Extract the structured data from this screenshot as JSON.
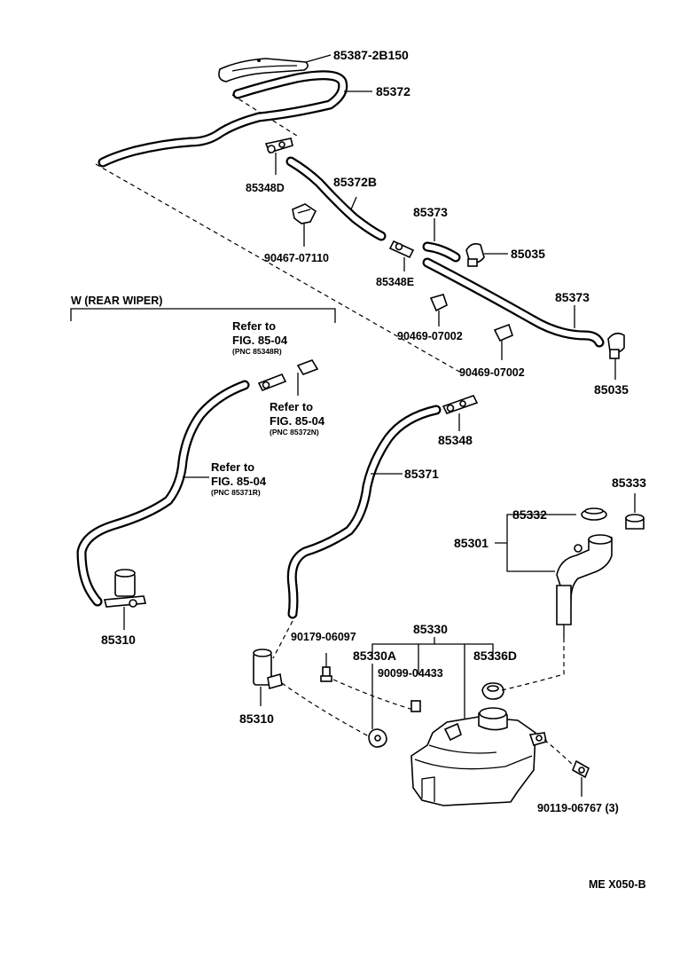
{
  "diagram": {
    "labels": {
      "p85387": "85387-2B150",
      "p85372": "85372",
      "p85348D": "85348D",
      "p85372B": "85372B",
      "p90467": "90467-07110",
      "p85373a": "85373",
      "p85035a": "85035",
      "p85348E": "85348E",
      "p85373b": "85373",
      "p90469a": "90469-07002",
      "p90469b": "90469-07002",
      "p85035b": "85035",
      "p85348": "85348",
      "p85371": "85371",
      "p85333": "85333",
      "p85332": "85332",
      "p85301": "85301",
      "p85310a": "85310",
      "p85310b": "85310",
      "p90179": "90179-06097",
      "p85330": "85330",
      "p85330A": "85330A",
      "p85336D": "85336D",
      "p90099": "90099-04433",
      "p90119": "90119-06767 (3)"
    },
    "rear_wiper": {
      "title": "W (REAR   WIPER)",
      "ref1_line1": "Refer to",
      "ref1_line2": "FIG. 85-04",
      "ref1_pnc": "(PNC 85348R)",
      "ref2_line1": "Refer to",
      "ref2_line2": "FIG. 85-04",
      "ref2_pnc": "(PNC 85372N)",
      "ref3_line1": "Refer to",
      "ref3_line2": "FIG. 85-04",
      "ref3_pnc": "(PNC 85371R)"
    },
    "figure_code": "ME  X050-B"
  }
}
